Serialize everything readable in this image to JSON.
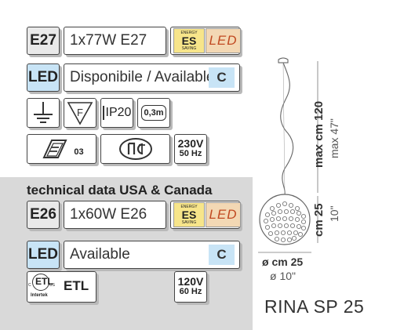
{
  "row1": {
    "socket": "E27",
    "bulb": "1x77W E27"
  },
  "energy": {
    "top": "ENERGY",
    "mid": "ES",
    "bottom": "SAVING"
  },
  "led_label": "LED",
  "row2": {
    "type": "LED",
    "availability": "Disponibile / Available",
    "class": "C"
  },
  "symbols": {
    "ip": "IP20",
    "distance": "0,3m",
    "approval": "03",
    "voltage": "230V",
    "frequency": "50 Hz"
  },
  "usa": {
    "title": "technical data USA & Canada",
    "socket": "E26",
    "bulb": "1x60W E26",
    "type": "LED",
    "availability": "Available",
    "class": "C",
    "etl": "ETL",
    "cert_us": "US",
    "cert_c": "C",
    "cert_intertek": "Intertek",
    "voltage": "120V",
    "frequency": "60 Hz"
  },
  "dimensions": {
    "height_metric": "max cm 120",
    "height_imperial": "max 47\"",
    "diameter_height_metric": "cm 25",
    "diameter_height_imperial": "10\"",
    "width_metric": "ø cm 25",
    "width_imperial": "ø 10\""
  },
  "model": "RINA SP 25",
  "colors": {
    "class_blue": "#c8e4f6",
    "es_yellow": "#f7e58a",
    "led_orange": "#f3d8b4",
    "usa_grey": "#d9d9d9"
  }
}
